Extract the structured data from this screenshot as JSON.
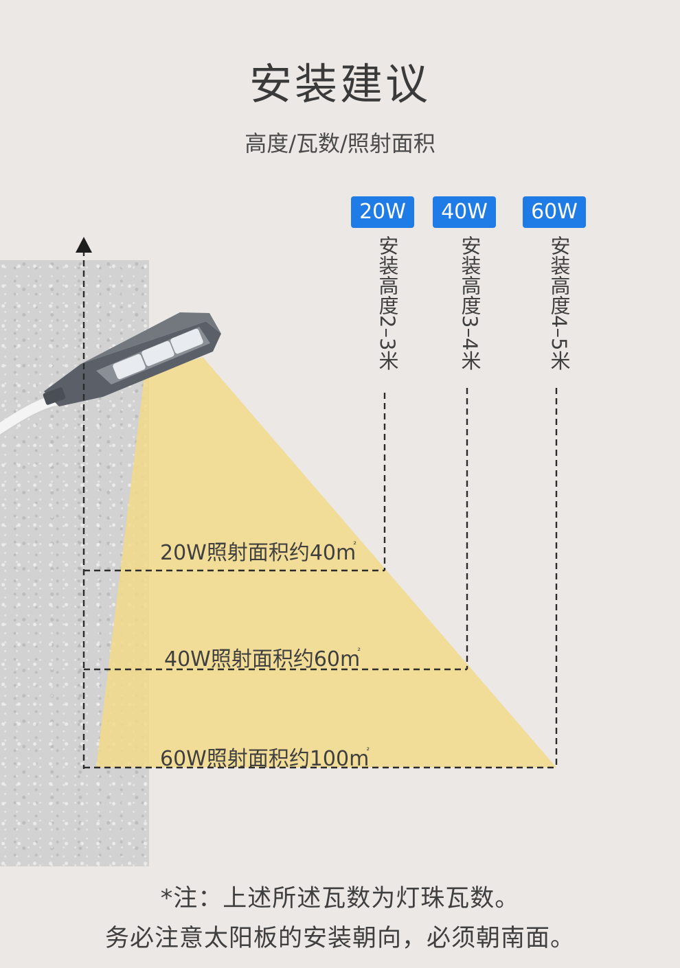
{
  "header": {
    "title": "安装建议",
    "subtitle": "高度/瓦数/照射面积"
  },
  "options": [
    {
      "watt": "20W",
      "height_label": "安装高度2–3米",
      "area_label": "20W照射面积约40m"
    },
    {
      "watt": "40W",
      "height_label": "安装高度3–4米",
      "area_label": "40W照射面积约60m"
    },
    {
      "watt": "60W",
      "height_label": "安装高度4–5米",
      "area_label": "60W照射面积约100m"
    }
  ],
  "unit_sup": "²",
  "notes": [
    "*注：上述所述瓦数为灯珠瓦数。",
    "务必注意太阳板的安装朝向，必须朝南面。"
  ],
  "colors": {
    "background": "#ece8e6",
    "badge": "#1f7be6",
    "light_beam": "#f2d98a",
    "lamp_body": "#5b6068",
    "pole": "#f4f4f4"
  },
  "icons": {
    "lamp": "solar-street-lamp-icon",
    "arrow": "arrow-up-icon"
  }
}
